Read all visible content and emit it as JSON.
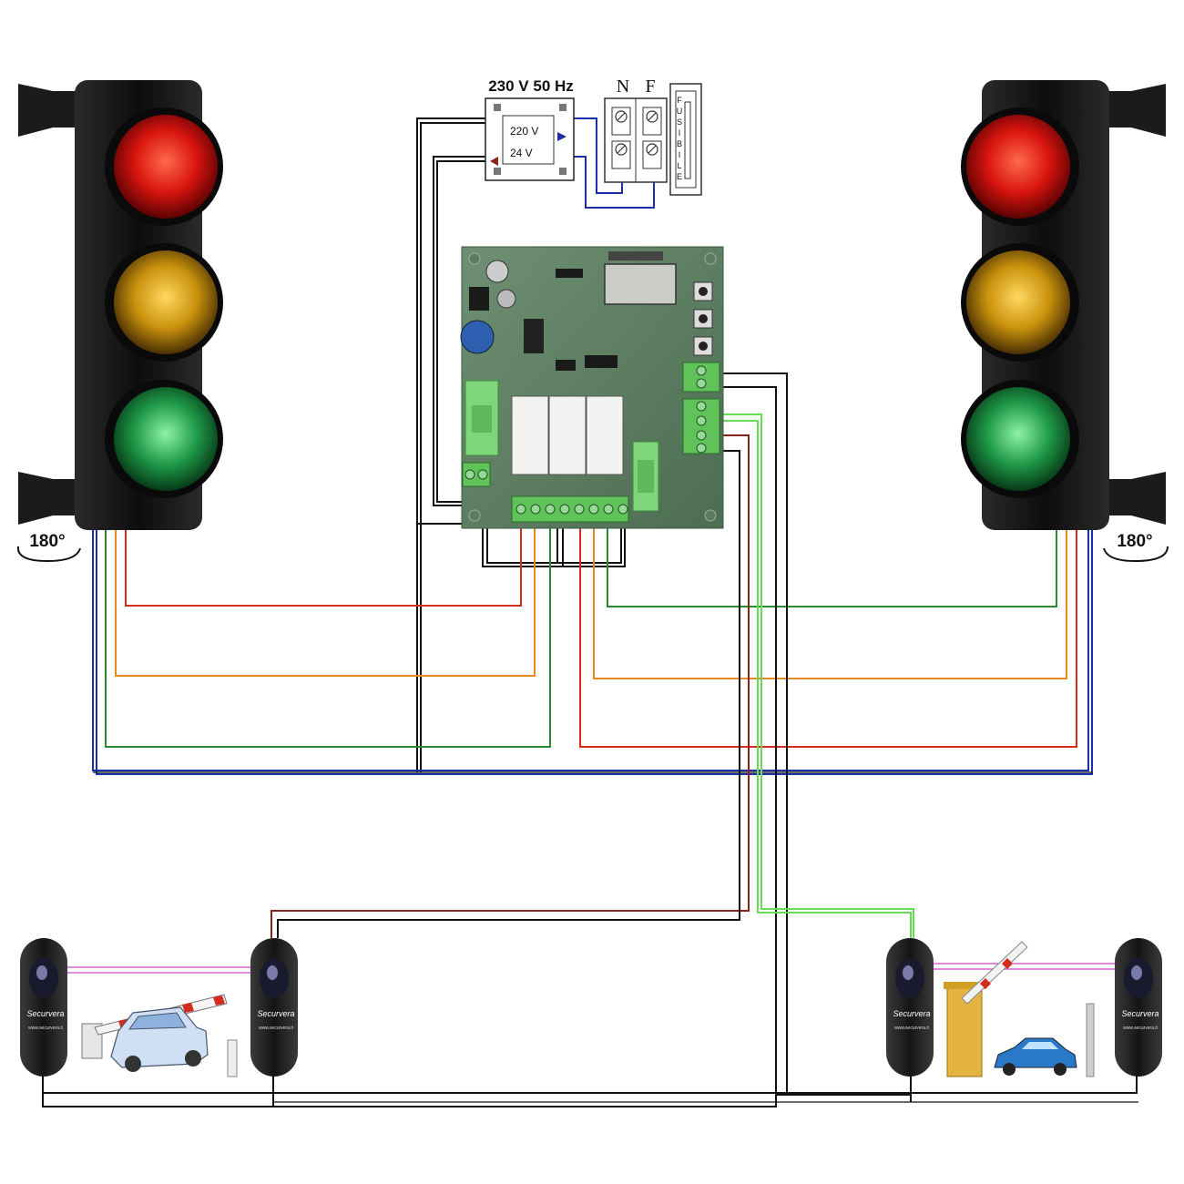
{
  "supply": {
    "label": "230 V 50 Hz",
    "primary": "220 V",
    "secondary": "24 V"
  },
  "terminals": {
    "neutral": "N",
    "phase": "F"
  },
  "fuse": {
    "letters": [
      "F",
      "U",
      "S",
      "I",
      "B",
      "I",
      "L",
      "E"
    ]
  },
  "rotation": {
    "left": "180°",
    "right": "180°"
  },
  "photocell": {
    "brand": "Securvera",
    "url": "www.securvera.it"
  },
  "wire_colors": {
    "red": "#d62b1f",
    "orange": "#e8891d",
    "green": "#2b8a2b",
    "blue": "#1b2fa6",
    "black": "#111111",
    "dark_red": "#8a2418",
    "light_green": "#66dd55"
  }
}
